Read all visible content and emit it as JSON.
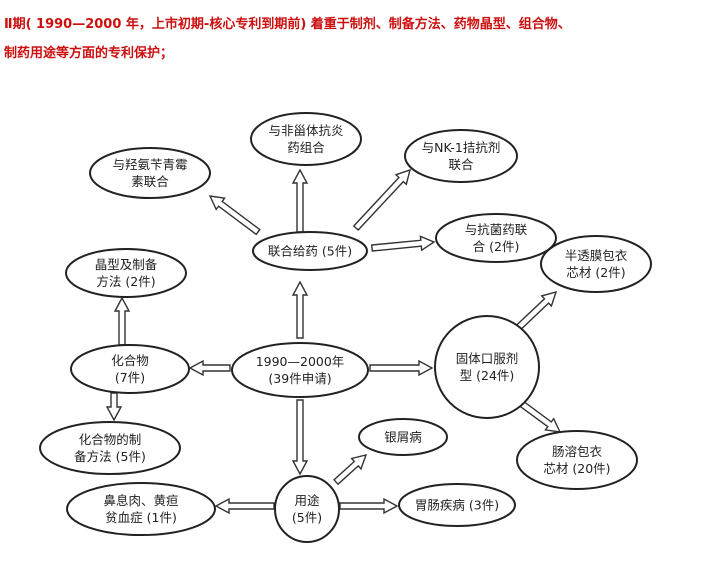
{
  "caption": {
    "line1": "Ⅱ期( 1990—2000 年，上市初期-核心专利到期前) 着重于制剂、制备方法、药物晶型、组合物、",
    "line2": "制药用途等方面的专利保护；"
  },
  "colors": {
    "caption": "#cc1010",
    "stroke": "#222222"
  },
  "nodes": {
    "center": [
      "1990—2000年",
      "(39件申请)"
    ],
    "combo": [
      "联合给药 (5件)"
    ],
    "combo_steroid": [
      "与非甾体抗炎",
      "药组合"
    ],
    "combo_nk1": [
      "与NK-1拮抗剂",
      "联合"
    ],
    "combo_hydroxyamino": [
      "与羟氨苄青霉",
      "素联合"
    ],
    "combo_antibacterial": [
      "与抗菌药联",
      "合 (2件)"
    ],
    "compound": [
      "化合物",
      "(7件)"
    ],
    "crystal": [
      "晶型及制备",
      "方法 (2件)"
    ],
    "compound_prep": [
      "化合物的制",
      "备方法 (5件)"
    ],
    "oral_solid": [
      "固体口服剂",
      "型 (24件)"
    ],
    "semi_permeable": [
      "半透膜包衣",
      "芯材 (2件)"
    ],
    "enteric": [
      "肠溶包衣",
      "芯材 (20件)"
    ],
    "use": [
      "用途",
      "(5件)"
    ],
    "psoriasis": [
      "银屑病"
    ],
    "gastro": [
      "胃肠疾病 (3件)"
    ],
    "nasal": [
      "鼻息肉、黄疸",
      "贫血症 (1件)"
    ]
  }
}
